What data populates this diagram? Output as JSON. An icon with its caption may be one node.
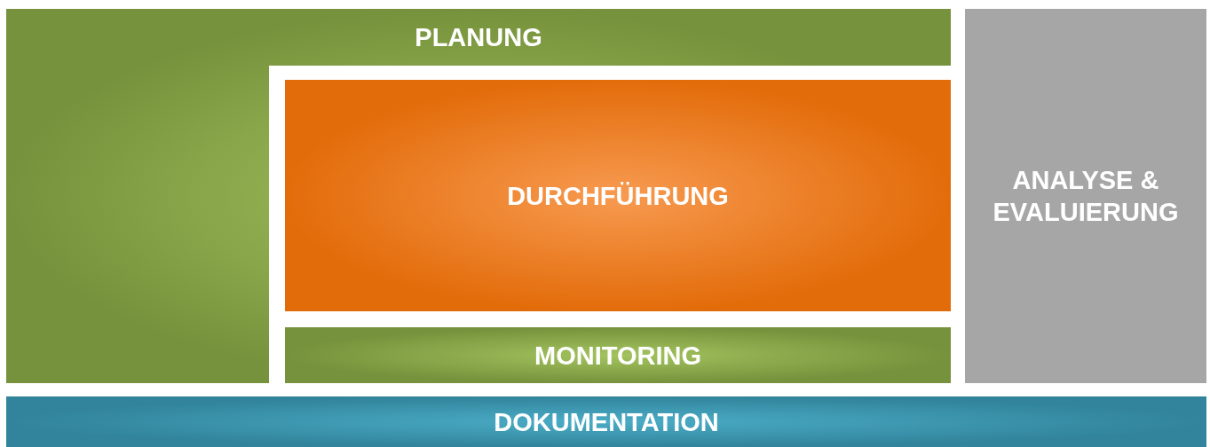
{
  "diagram": {
    "nodes": [
      {
        "text": [
          "PLANUNG"
        ]
      },
      {
        "text": [
          "DURCHFÜHRUNG"
        ]
      },
      {
        "text": [
          "MONITORING"
        ]
      },
      {
        "text": [
          "ANALYSE & EVALUIERUNG"
        ]
      },
      {
        "text": [
          "DOKUMENTATION"
        ]
      }
    ]
  }
}
